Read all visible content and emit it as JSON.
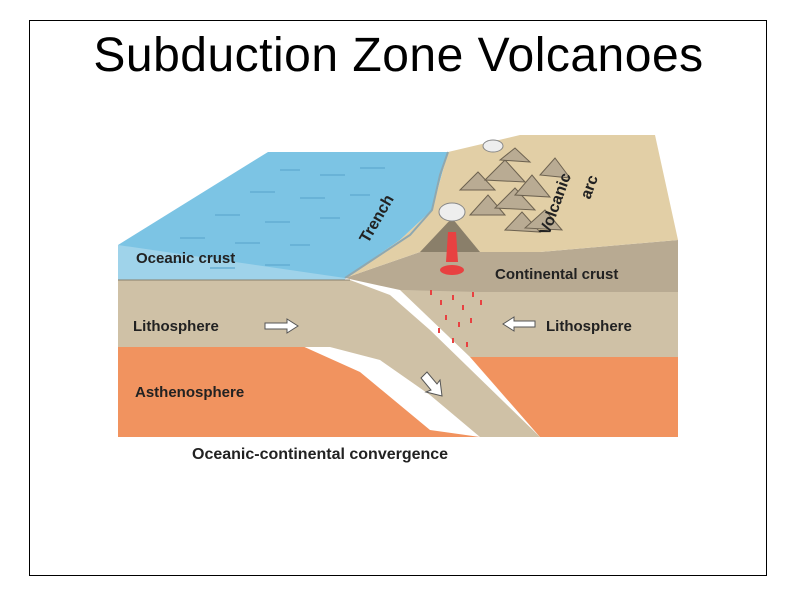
{
  "title": "Subduction Zone Volcanoes",
  "labels": {
    "oceanic_crust": "Oceanic crust",
    "trench": "Trench",
    "volcanic": "Volcanic",
    "arc": "arc",
    "continental_crust": "Continental crust",
    "lithosphere_left": "Lithosphere",
    "lithosphere_right": "Lithosphere",
    "asthenosphere": "Asthenosphere",
    "caption": "Oceanic-continental convergence"
  },
  "colors": {
    "ocean_top": "#7cc4e4",
    "ocean_side": "#9fd3ea",
    "lithosphere": "#cfc1a6",
    "asthenosphere": "#f1935f",
    "continent_top": "#e2cfa6",
    "continental_crust": "#b8aa92",
    "magma": "#e84141"
  }
}
